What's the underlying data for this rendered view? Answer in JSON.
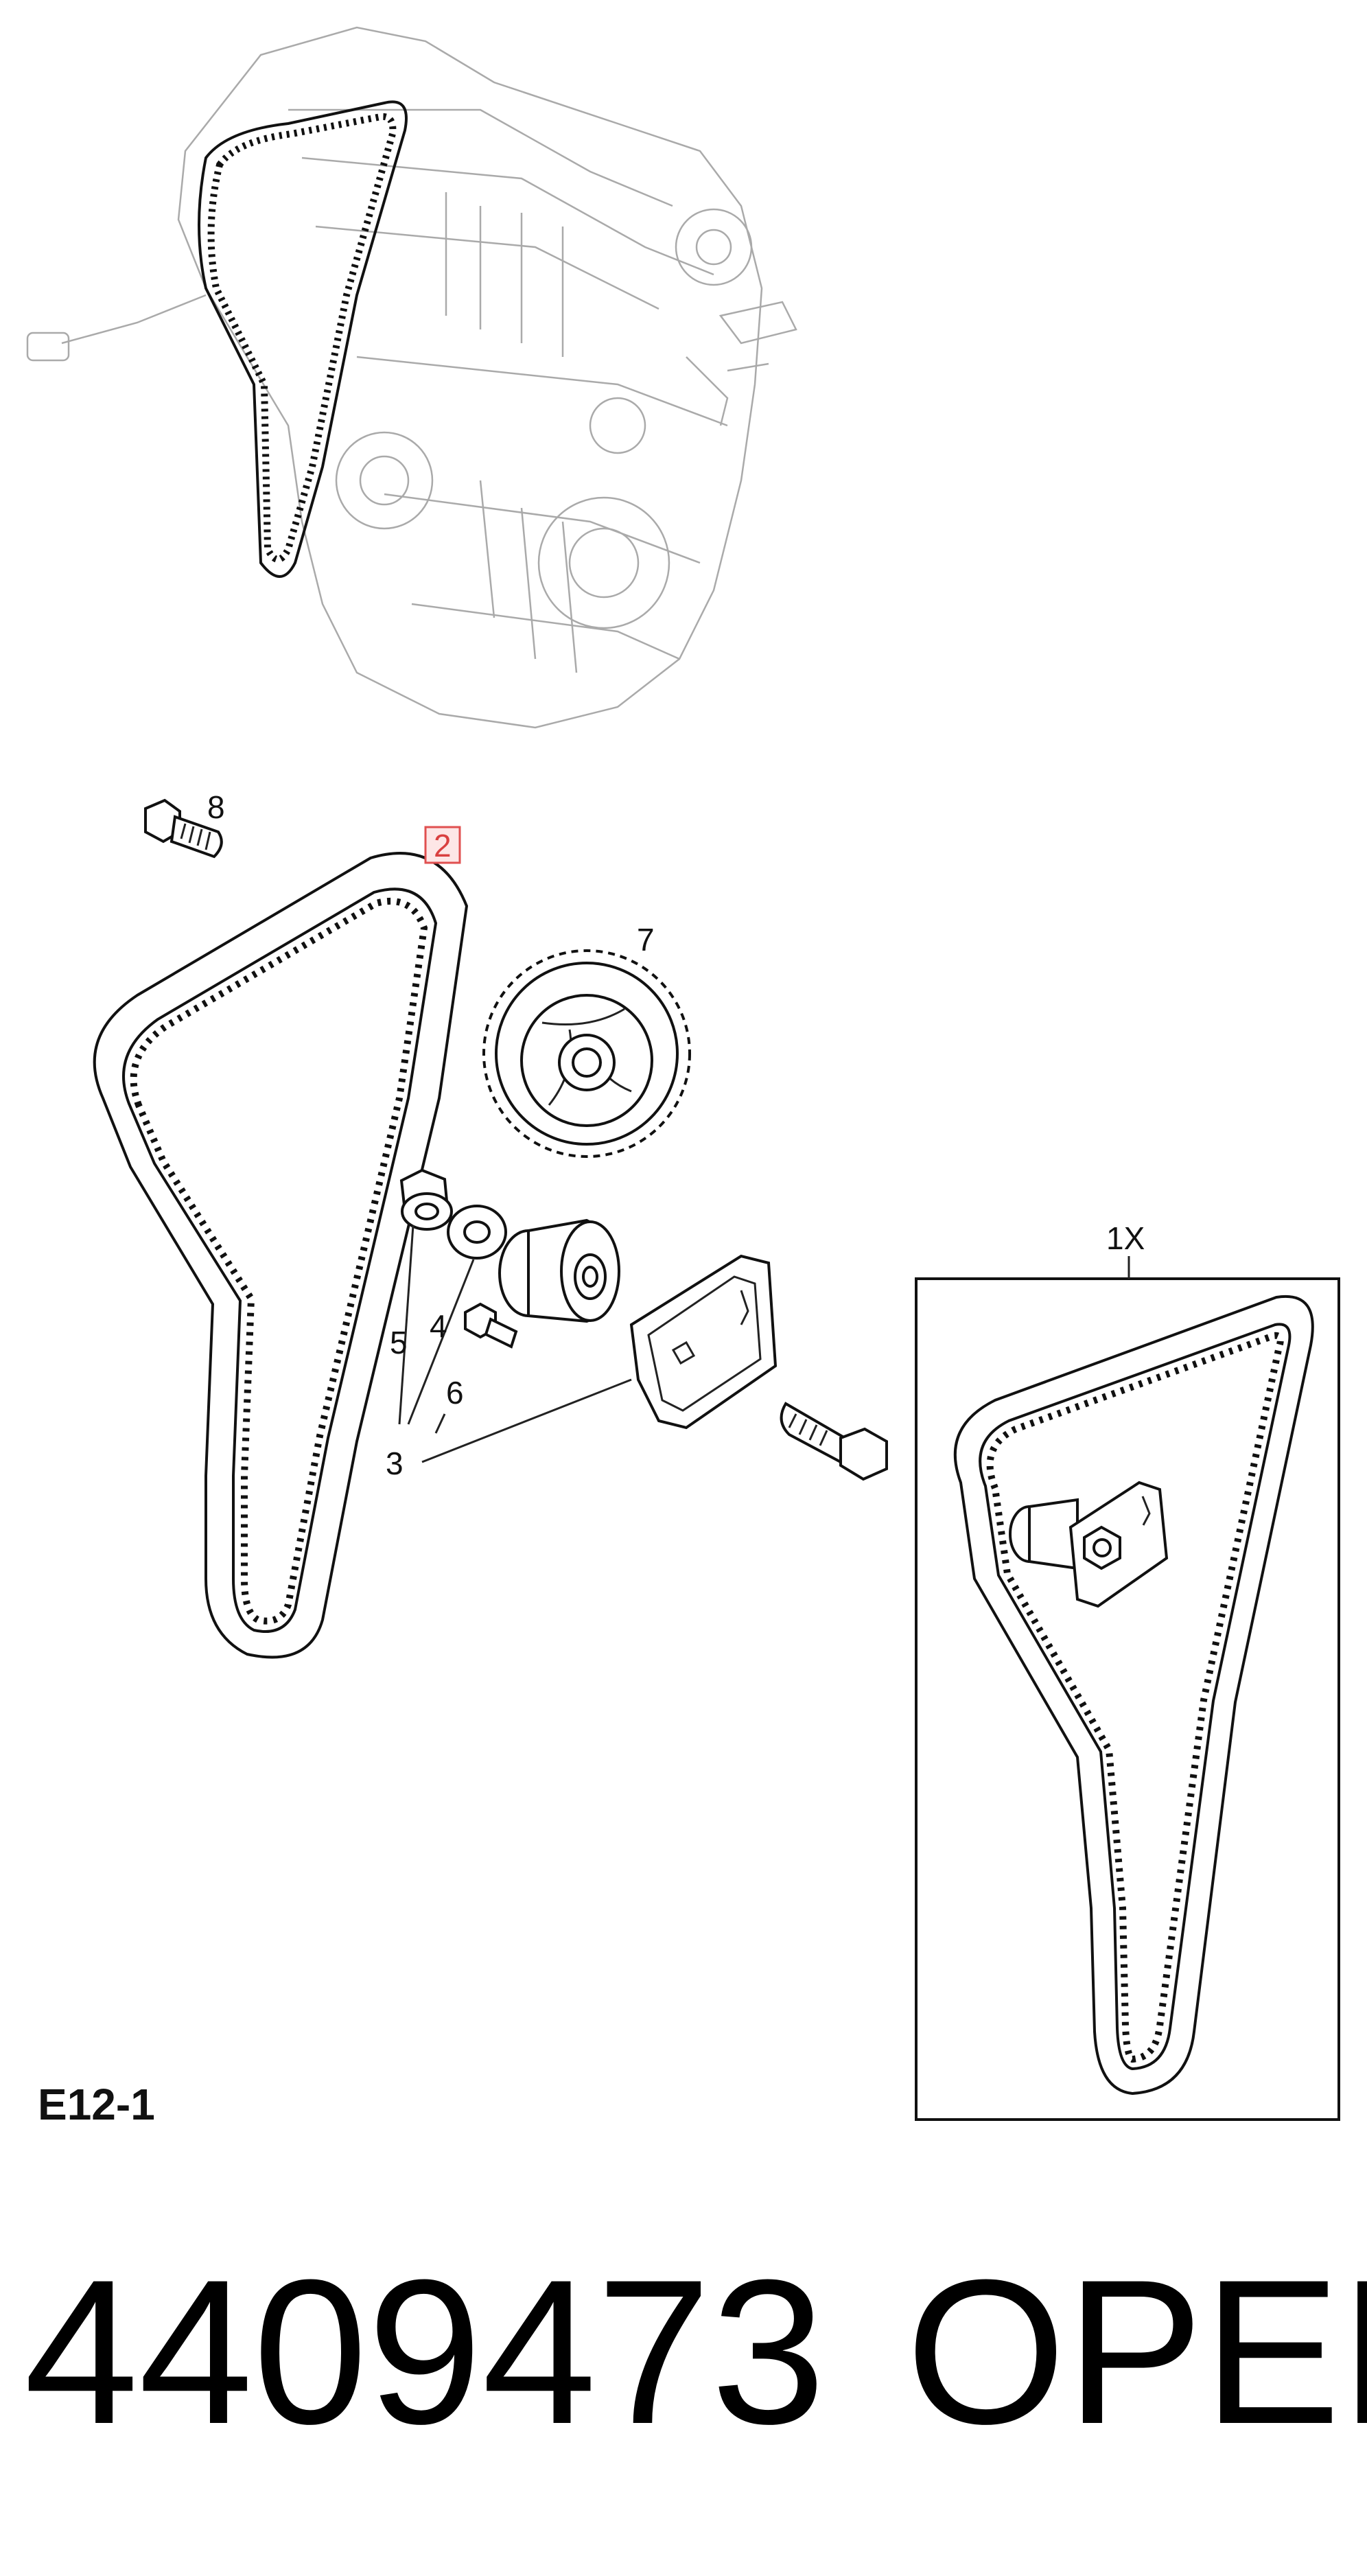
{
  "callouts": {
    "c1x": "1X",
    "c2": "2",
    "c3": "3",
    "c4": "4",
    "c5": "5",
    "c6": "6",
    "c7": "7",
    "c8": "8"
  },
  "section_code": "E12-1",
  "part_number": "4409473",
  "brand": "OPEL",
  "highlight_color": "#e05050"
}
